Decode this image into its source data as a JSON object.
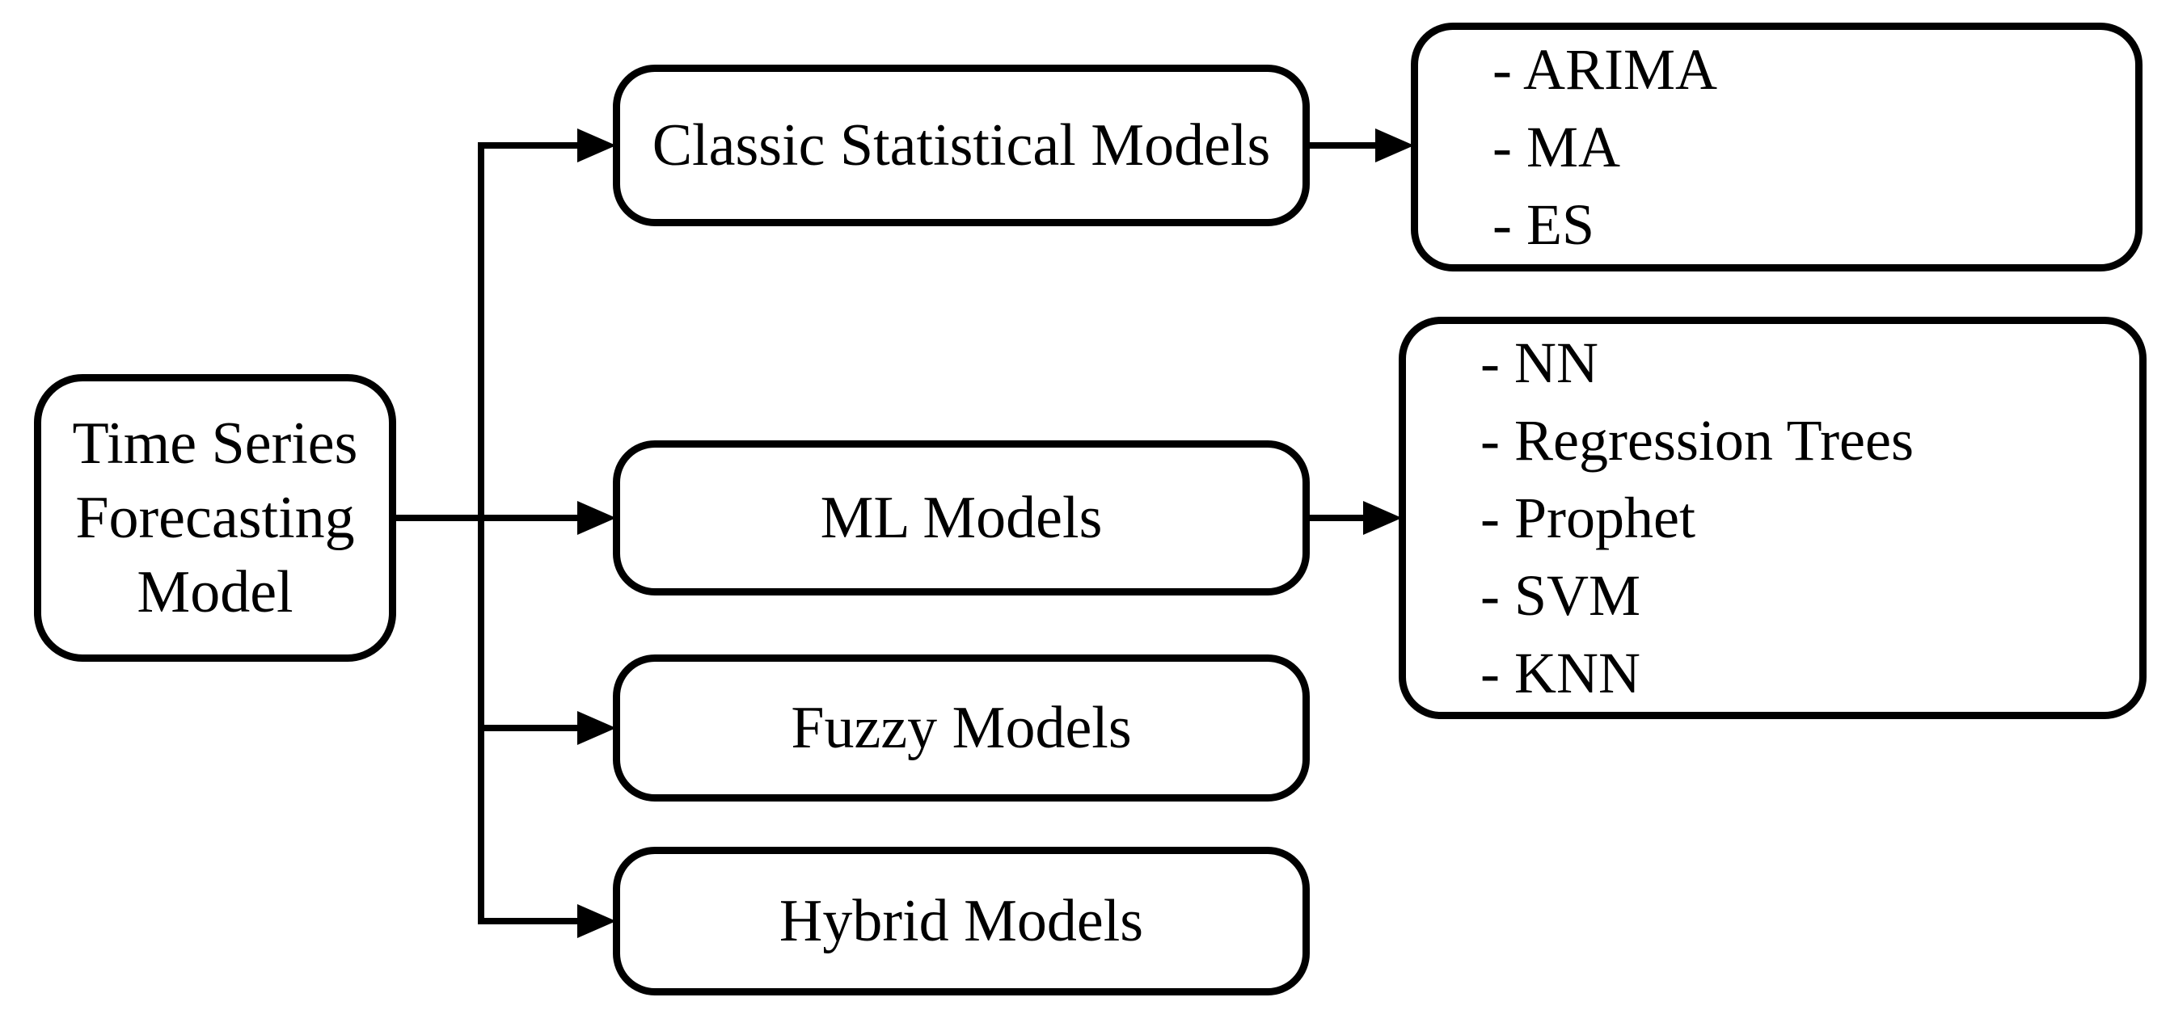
{
  "diagram": {
    "type": "flowchart",
    "root_box": {
      "label": "Time Series Forecasting Model",
      "lines": [
        "Time Series",
        "Forecasting",
        "Model"
      ]
    },
    "category_boxes": [
      {
        "label": "Classic Statistical Models"
      },
      {
        "label": "ML Models"
      },
      {
        "label": "Fuzzy Models"
      },
      {
        "label": "Hybrid Models"
      }
    ],
    "detail_boxes": [
      {
        "parent": "Classic Statistical Models",
        "items": [
          "- ARIMA",
          "- MA",
          "- ES"
        ]
      },
      {
        "parent": "ML Models",
        "items": [
          "- NN",
          "- Regression Trees",
          "- Prophet",
          "- SVM",
          "- KNN"
        ]
      }
    ],
    "colors": {
      "line": "#000000",
      "box_border": "#000000",
      "text": "#000000",
      "background": "#ffffff"
    }
  }
}
